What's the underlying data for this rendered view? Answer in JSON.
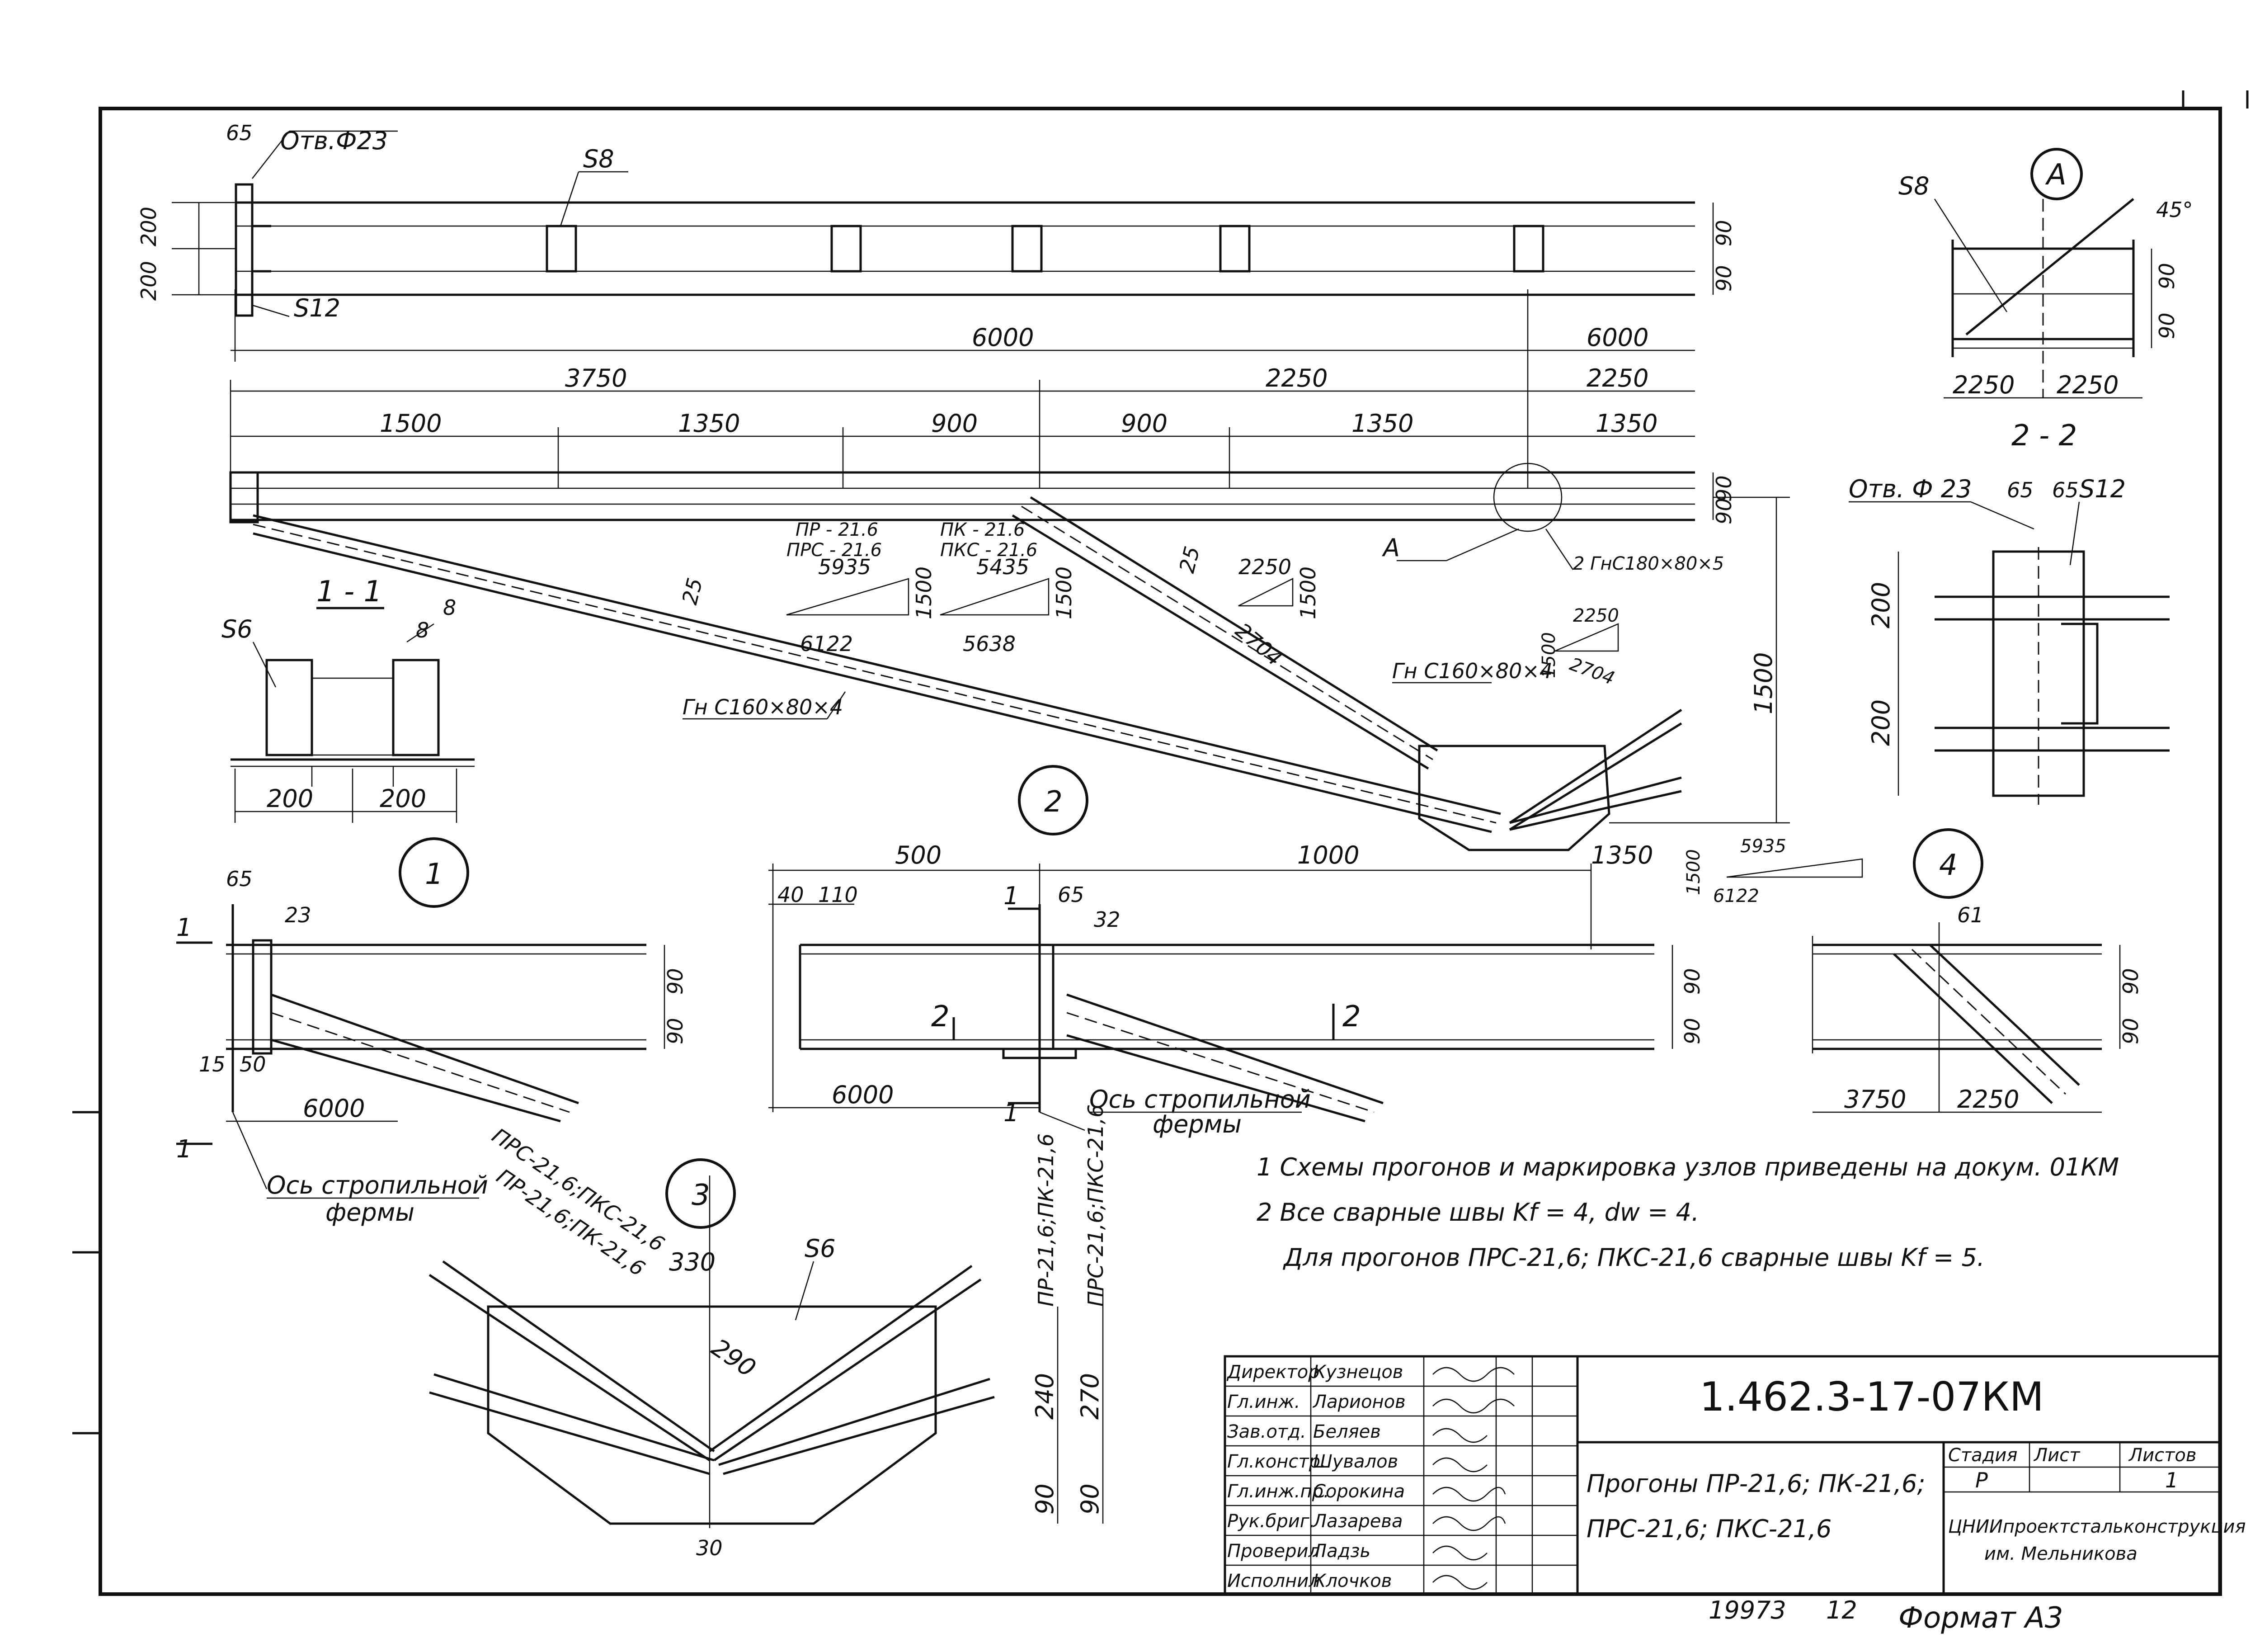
{
  "top_view": {
    "hole_label": "Отв.Ф23",
    "dim_65": "65",
    "stiffener_label": "S8",
    "plate_label": "S12",
    "dim_200_a": "200",
    "dim_200_b": "200",
    "dim_90_a": "90",
    "dim_90_b": "90",
    "dim_6000_left": "6000",
    "dim_6000_right": "6000"
  },
  "elevation": {
    "dim_3750": "3750",
    "dim_2250_mid": "2250",
    "dim_2250_right": "2250",
    "dim_1500": "1500",
    "dim_1350_a": "1350",
    "dim_900_a": "900",
    "dim_900_b": "900",
    "dim_1350_b": "1350",
    "dim_1350_c": "1350",
    "dim_90_a": "90",
    "dim_90_b": "90",
    "height_1500": "1500",
    "weld_25_a": "25",
    "weld_25_b": "25",
    "callout_a": "А",
    "chord_profile": "2 ГнС180×80×5",
    "brace_profile_long": "Гн С160×80×4",
    "brace_profile_short": "Гн С160×80×4",
    "mark_pr": "ПР - 21.6",
    "mark_prs": "ПРС - 21.6",
    "mark_pk": "ПК - 21.6",
    "mark_pks": "ПКС - 21.6",
    "slope1_top": "5935",
    "slope1_side": "1500",
    "slope1_bottom": "6122",
    "slope2_top": "5435",
    "slope2_side": "1500",
    "slope2_bottom": "5638",
    "slope3_top": "2250",
    "slope3_side": "1500",
    "slope3_bottom": "2704",
    "slope4_top": "2250",
    "slope4_side": "1500",
    "slope4_bottom": "2704",
    "slope5_top": "5935",
    "slope5_side": "1500",
    "slope5_bottom": "6122"
  },
  "section_1_1": {
    "title": "1 - 1",
    "plate_label": "S6",
    "weld_8": "8",
    "weld_8b": "8",
    "dim_200_a": "200",
    "dim_200_b": "200"
  },
  "detail_a": {
    "callout": "А",
    "plate": "S8",
    "angle": "45°",
    "dim_90_a": "90",
    "dim_90_b": "90",
    "dim_2250_a": "2250",
    "dim_2250_b": "2250"
  },
  "section_2_2": {
    "title": "2 - 2",
    "hole_label": "Отв. Ф 23",
    "dim_65_a": "65",
    "dim_65_b": "65",
    "plate": "S12",
    "dim_200_a": "200",
    "dim_200_b": "200"
  },
  "node_1": {
    "number": "1",
    "cut_label": "1",
    "cut_label_bottom": "1",
    "dim_65": "65",
    "dim_23": "23",
    "dim_90_a": "90",
    "dim_90_b": "90",
    "dim_15": "15",
    "dim_50": "50",
    "dim_6000": "6000",
    "axis_label_1": "Ось стропильной",
    "axis_label_2": "фермы"
  },
  "node_2": {
    "number": "2",
    "dim_500": "500",
    "dim_1000": "1000",
    "dim_1350": "1350",
    "dim_40": "40",
    "dim_110": "110",
    "cut_1": "1",
    "cut_1_bottom": "1",
    "dim_65": "65",
    "dim_32": "32",
    "cut_2_left": "2",
    "cut_2_right": "2",
    "dim_90_a": "90",
    "dim_90_b": "90",
    "dim_6000": "6000",
    "axis_label_1": "Ось стропильной",
    "axis_label_2": "фермы"
  },
  "node_3": {
    "number": "3",
    "plate": "S6",
    "mark_a": "ПРС-21,6;ПКС-21,6",
    "mark_b": "ПР-21,6;ПК-21,6",
    "mark_c": "ПР-21,6;ПК-21,6",
    "mark_d": "ПРС-21,6;ПКС-21,6",
    "dim_330": "330",
    "dim_290": "290",
    "dim_240": "240",
    "dim_270": "270",
    "dim_90_a": "90",
    "dim_90_b": "90",
    "dim_30": "30"
  },
  "node_4": {
    "number": "4",
    "dim_61": "61",
    "dim_90_a": "90",
    "dim_90_b": "90",
    "dim_3750": "3750",
    "dim_2250": "2250"
  },
  "notes": [
    "1 Схемы прогонов и маркировка узлов приведены на докум. 01КМ",
    "2 Все сварные швы Kf = 4, dw = 4.",
    "Для прогонов ПРС-21,6; ПКС-21,6 сварные швы Kf = 5."
  ],
  "title_block": {
    "document_code": "1.462.3-17-07КМ",
    "title_line1": "Прогоны ПР-21,6; ПК-21,6;",
    "title_line2": "ПРС-21,6; ПКС-21,6",
    "stage_header": "Стадия",
    "sheet_header": "Лист",
    "sheets_header": "Листов",
    "stage": "Р",
    "sheets": "1",
    "org_line1": "ЦНИИпроектстальконструкция",
    "org_line2": "им. Мельникова",
    "staff": [
      {
        "role": "Директор",
        "name": "Кузнецов"
      },
      {
        "role": "Гл.инж.",
        "name": "Ларионов"
      },
      {
        "role": "Зав.отд.",
        "name": "Беляев"
      },
      {
        "role": "Гл.констр.",
        "name": "Шувалов"
      },
      {
        "role": "Гл.инж.пр.",
        "name": "Сорокина"
      },
      {
        "role": "Рук.бриг.",
        "name": "Лазарева"
      },
      {
        "role": "Проверил",
        "name": "Ладзь"
      },
      {
        "role": "Исполнил",
        "name": "Клочков"
      }
    ]
  },
  "footer": {
    "inventory": "19973",
    "page": "12",
    "format": "Формат А3"
  }
}
